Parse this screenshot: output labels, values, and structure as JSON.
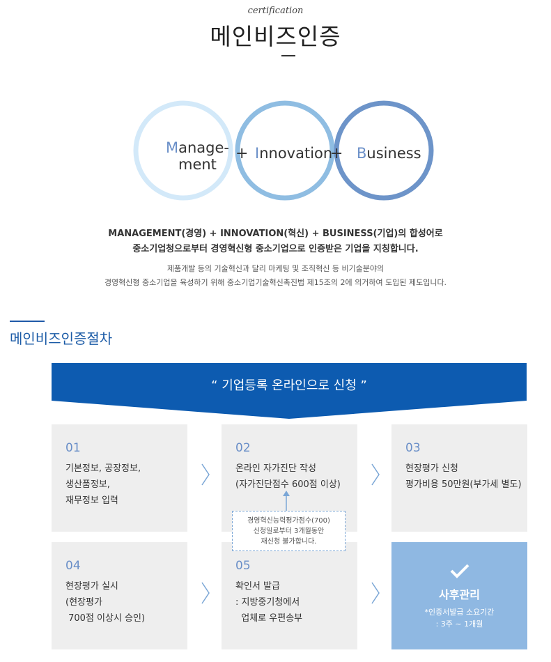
{
  "header": {
    "subtitle": "certification",
    "title": "메인비즈인증"
  },
  "diagram": {
    "colors": {
      "circle1": "#d3e9f9",
      "circle2": "#8fbde2",
      "circle3": "#6d94c9",
      "initial": "#6a8fc8"
    },
    "word1_initial": "M",
    "word1_line1_rest": "anage-",
    "word1_line2": "ment",
    "plus1": "+",
    "word2_initial": "I",
    "word2_rest": "nnovation",
    "plus2": "+",
    "word3_initial": "B",
    "word3_rest": "usiness"
  },
  "description": {
    "bold_line1": "MANAGEMENT(경영) + INNOVATION(혁신) + BUSINESS(기업)의 합성어로",
    "bold_line2": "중소기업청으로부터 경영혁신형 중소기업으로 인증받은 기업을 지칭합니다.",
    "small_line1": "제품개발 등의 기술혁신과 달리 마케팅 및 조직혁신 등 비기술분야의",
    "small_line2": "경영혁신형 중소기업을 육성하기 위해 중소기업기술혁신촉진법 제15조의 2에 의거하여 도입된 제도입니다."
  },
  "procedure": {
    "section_title": "메인비즈인증절차",
    "banner_color": "#0d5bb0",
    "banner_text": "“ 기업등록 온라인으로 신청 ”",
    "steps": [
      {
        "num": "01",
        "lines": [
          "기본정보, 공장정보,",
          "생산품정보,",
          "재무정보 입력"
        ]
      },
      {
        "num": "02",
        "lines": [
          "온라인 자가진단 작성",
          "(자가진단점수 600점 이상)"
        ]
      },
      {
        "num": "03",
        "lines": [
          "현장평가 신청",
          "평가비용 50만원(부가세 별도)"
        ]
      },
      {
        "num": "04",
        "lines": [
          "현장평가 실시",
          "(현장평가",
          " 700점 이상시 승인)"
        ]
      },
      {
        "num": "05",
        "lines": [
          "확인서 발급",
          ": 지방중기청에서",
          "  업체로 우편송부"
        ]
      }
    ],
    "final": {
      "icon": "check-icon",
      "title": "사후관리",
      "line1": "*인증서발급 소요기간",
      "line2": ": 3주 ~ 1개월"
    },
    "notice": {
      "line1": "경영혁신능력평가점수(700)",
      "line2": "신청일로부터 3개월동안",
      "line3": "재신청 불가합니다."
    }
  }
}
